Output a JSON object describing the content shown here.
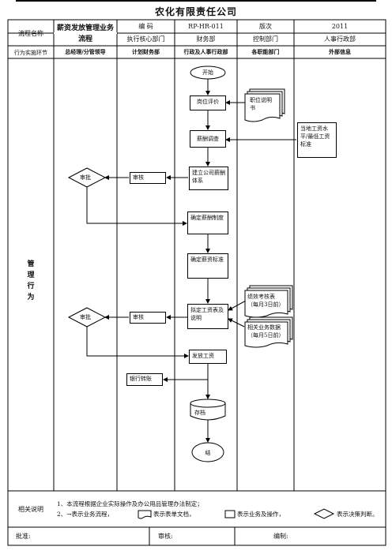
{
  "document": {
    "title": "农化有限责任公司"
  },
  "header": {
    "row1": {
      "process_name_label": "流程名称",
      "process_name": "薪资发放管理业务流程",
      "code_label": "编    码",
      "code_value": "RP-HR-011",
      "version_label": "版次",
      "version_value": "2011"
    },
    "row2": {
      "exec_core_dept": "执行核心部门",
      "finance_dept": "财务部",
      "control_dept": "控制部门",
      "hr_admin_dept": "人事行政部"
    },
    "row3": {
      "executor_label": "行为实施环节",
      "lane1": "总经理/分管领导",
      "lane2": "计划财务部",
      "lane3": "行政及人事行政部",
      "lane4": "各职能部门",
      "lane5": "外部信息"
    }
  },
  "side_label": "管理行为",
  "flow": {
    "start": "开始",
    "job_eval": "岗位评价",
    "job_desc": "职位说明书",
    "salary_survey": "薪酬调查",
    "local_salary": "当地工资水平/最低工资标准",
    "build_system": "建立公司薪酬体系",
    "approve1": "审批",
    "review1": "审核",
    "set_system": "确定薪酬制度",
    "set_standard": "确定薪资标准",
    "perf_table": "绩效考核表（每月3日前）",
    "business_data": "相关业务数据（每月5日前）",
    "draft_payroll": "拟定工资表及说明",
    "approve2": "审批",
    "review2": "审核",
    "pay_salary": "发放工资",
    "bank_transfer": "银行转账",
    "archive": "存档",
    "end": "结"
  },
  "notes": {
    "label": "相关说明",
    "line1": "1、本流程根据企业实际操作及办公用品管理办法制定；",
    "line2_a": "2、→表示业务流程，",
    "line2_b": "表示表单文档，",
    "line2_c": "表示业务及操作，",
    "line2_d": "表示决策判断。"
  },
  "footer": {
    "approve": "批准:",
    "review": "审核:",
    "compile": "编制:"
  }
}
